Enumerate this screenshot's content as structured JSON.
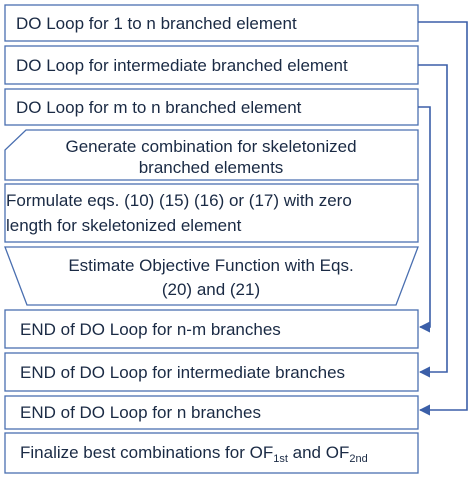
{
  "steps": {
    "loop1": "DO Loop for 1 to n branched element",
    "loop2": "DO Loop for intermediate branched element",
    "loop3": "DO Loop for m to n branched element",
    "gen_line1": "Generate combination for skeletonized",
    "gen_line2": "branched elements",
    "form_line1": "Formulate eqs. (10) (15) (16) or (17) with zero",
    "form_line2": "length for skeletonized element",
    "est_line1": "Estimate Objective Function with Eqs.",
    "est_line2": "(20) and (21)",
    "end1": "END of DO Loop for n-m branches",
    "end2": "END of DO Loop for intermediate branches",
    "end3": "END of DO Loop for n branches",
    "final_prefix": "Finalize best combinations for OF",
    "final_sub1": "1st",
    "final_mid": " and OF",
    "final_sub2": "2nd"
  },
  "colors": {
    "border": "#4a6fb0",
    "arrow": "#3b5fa8",
    "text": "#1a2a44"
  }
}
